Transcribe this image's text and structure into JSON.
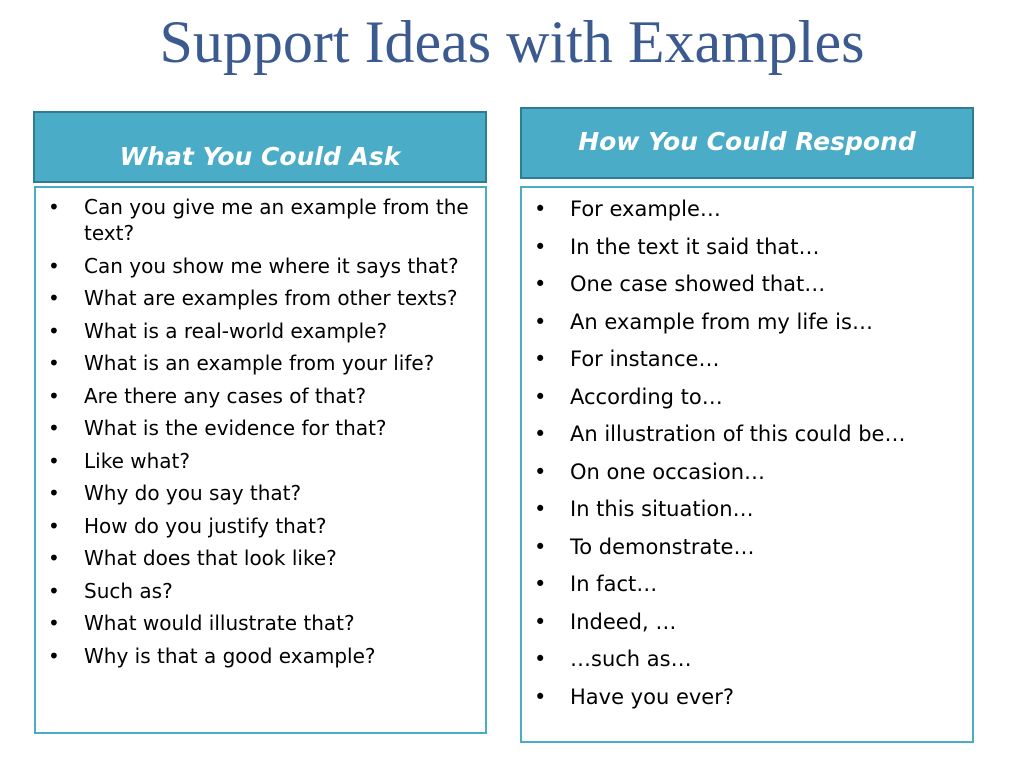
{
  "title": "Support Ideas with Examples",
  "left_column": {
    "header": "What You Could Ask",
    "items": [
      "Can you give me an example from the text?",
      "Can you show me where it says that?",
      "What are examples from other texts?",
      "What is a real-world example?",
      "What is an example from your life?",
      "Are there any cases of that?",
      "What is the evidence for that?",
      "Like what?",
      "Why do you say that?",
      "How do you justify that?",
      "What does that look like?",
      "Such as?",
      "What would illustrate that?",
      "Why is that a good example?"
    ]
  },
  "right_column": {
    "header": "How You Could Respond",
    "items": [
      "For example…",
      "In the text it said that…",
      "One case showed that…",
      "An example from my life is…",
      "For instance…",
      "According to…",
      "An illustration of this could be…",
      "On one occasion…",
      "In this situation…",
      "To demonstrate…",
      "In fact…",
      "Indeed, …",
      "…such as…",
      "Have you ever?"
    ]
  },
  "bullet_symbol": "•",
  "colors": {
    "title": "#3b5a8f",
    "header_fill": "#4aacc6",
    "header_border": "#2e7d93",
    "header_text": "#ffffff",
    "list_border": "#4aacc6"
  }
}
